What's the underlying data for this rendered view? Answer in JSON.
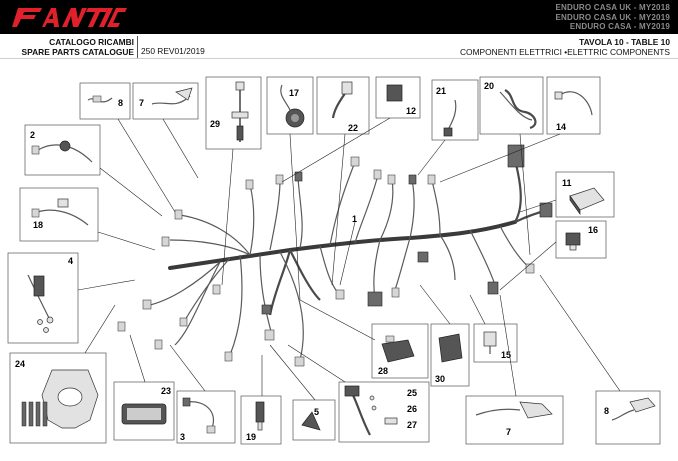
{
  "brand": {
    "logo_text": "FANTIC",
    "brand_color": "#e0212b"
  },
  "model": {
    "lines": [
      "ENDURO CASA UK - MY2018",
      "ENDURO CASA UK - MY2019",
      "ENDURO CASA - MY2019"
    ]
  },
  "header": {
    "catalog_it": "CATALOGO RICAMBI",
    "catalog_en": "SPARE PARTS CATALOGUE",
    "revision": "250 REV01/2019",
    "table_title": "TAVOLA 10 - TABLE 10",
    "section_title": "COMPONENTI ELETTRICI •ELETTRIC COMPONENTS"
  },
  "callouts": {
    "c1": "1",
    "c2": "2",
    "c3": "3",
    "c4": "4",
    "c5": "5",
    "c7a": "7",
    "c7b": "7",
    "c8a": "8",
    "c8b": "8",
    "c11": "11",
    "c12": "12",
    "c14": "14",
    "c15": "15",
    "c16": "16",
    "c17": "17",
    "c18": "18",
    "c19": "19",
    "c20": "20",
    "c21": "21",
    "c22": "22",
    "c23": "23",
    "c24": "24",
    "c25": "25",
    "c26": "26",
    "c27": "27",
    "c28": "28",
    "c29": "29",
    "c30": "30"
  },
  "colors": {
    "topbar": "#000000",
    "model_text": "#8a8a8a",
    "line_art": "#333333"
  }
}
